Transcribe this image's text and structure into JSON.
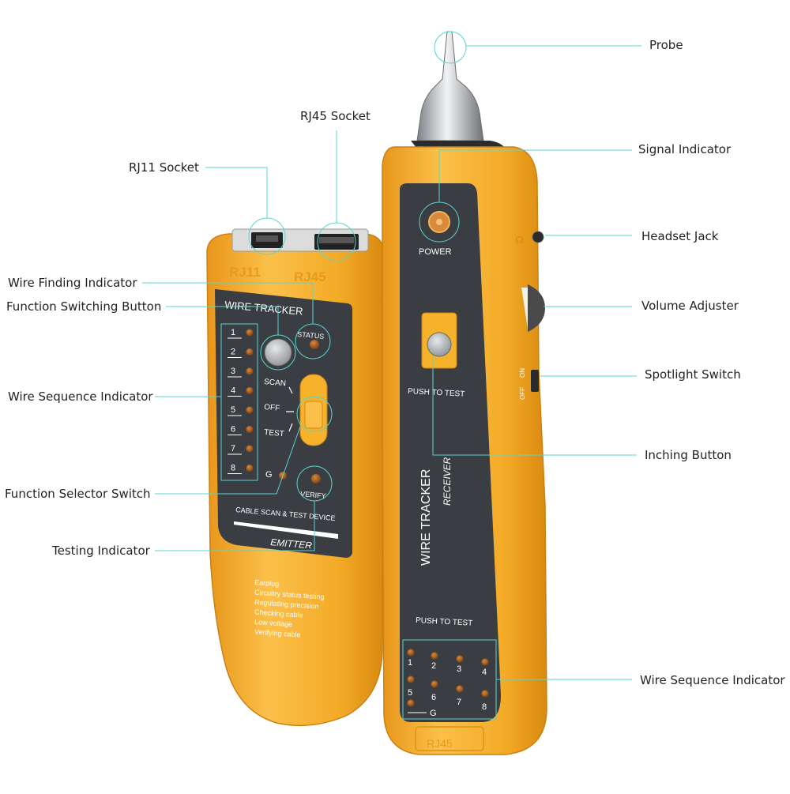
{
  "colors": {
    "body_orange": "#f2a81f",
    "body_orange_light": "#f9c74a",
    "panel_dark": "#3a3d42",
    "leader_line": "#5ad4d0",
    "led_off": "#b5651d",
    "button_grey": "#b8bcc0"
  },
  "callouts": {
    "probe": "Probe",
    "signal_indicator": "Signal Indicator",
    "headset_jack": "Headset Jack",
    "volume_adjuster": "Volume Adjuster",
    "spotlight_switch": "Spotlight Switch",
    "inching_button": "Inching Button",
    "wire_sequence_right": "Wire Sequence Indicator",
    "rj45_socket": "RJ45 Socket",
    "rj11_socket": "RJ11 Socket",
    "wire_finding_indicator": "Wire Finding Indicator",
    "function_switching_button": "Function Switching Button",
    "wire_sequence_left": "Wire Sequence Indicator",
    "function_selector_switch": "Function Selector Switch",
    "testing_indicator": "Testing Indicator"
  },
  "emitter": {
    "socket_rj11": "RJ11",
    "socket_rj45": "RJ45",
    "title": "WIRE TRACKER",
    "status": "STATUS",
    "wire_numbers": [
      "1",
      "2",
      "3",
      "4",
      "5",
      "6",
      "7",
      "8"
    ],
    "ground": "G",
    "scan": "SCAN",
    "off": "OFF",
    "test": "TEST",
    "verify": "VERIFY",
    "subtitle": "CABLE SCAN & TEST DEVICE",
    "name": "EMITTER",
    "features": [
      "Earplug",
      "Circuitry status testing",
      "Regulating precision",
      "Checking cable",
      "Low voltage",
      "Verifying cable"
    ]
  },
  "receiver": {
    "power": "POWER",
    "push_to_test_top": "PUSH TO TEST",
    "title": "WIRE TRACKER",
    "subtitle": "RECEIVER",
    "push_to_test_bottom": "PUSH TO TEST",
    "wire_numbers": [
      "1",
      "2",
      "3",
      "4",
      "5",
      "6",
      "7",
      "8"
    ],
    "ground": "G",
    "bottom_label": "RJ45",
    "switch_off": "OFF",
    "switch_on": "ON"
  }
}
